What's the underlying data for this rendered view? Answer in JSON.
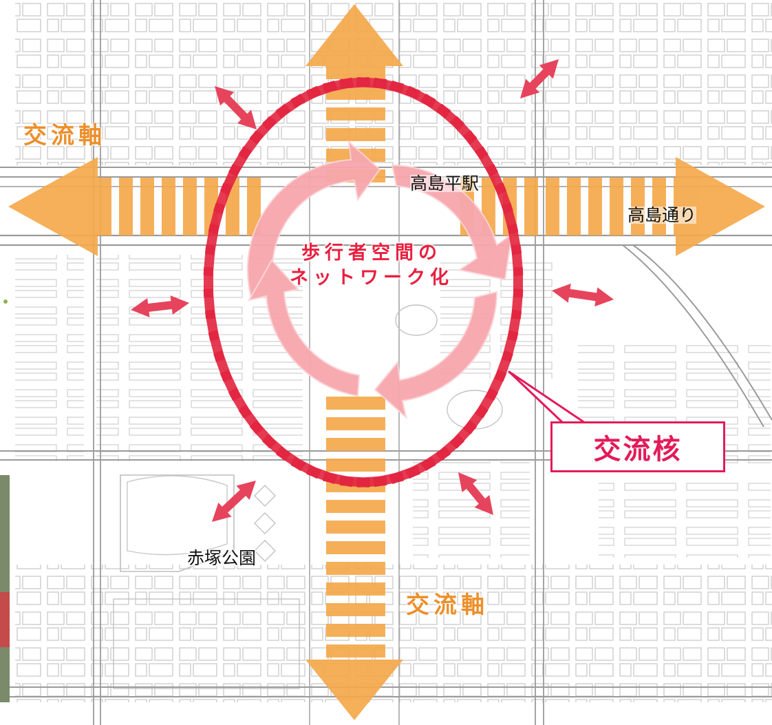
{
  "labels": {
    "station": "高島平駅",
    "street": "高島通り",
    "park": "赤塚公園",
    "axis_top": "交流軸",
    "axis_bottom": "交流軸",
    "center_line1": "歩行者空間の",
    "center_line2": "ネットワーク化",
    "core": "交流核"
  },
  "colors": {
    "axis_orange": "#f5a94c",
    "axis_text": "#ec8f2b",
    "ring_red": "#e2253f",
    "link_arrow": "#e6445c",
    "circulation_pink": "#f7a7ad",
    "core_border": "#e21b59"
  }
}
